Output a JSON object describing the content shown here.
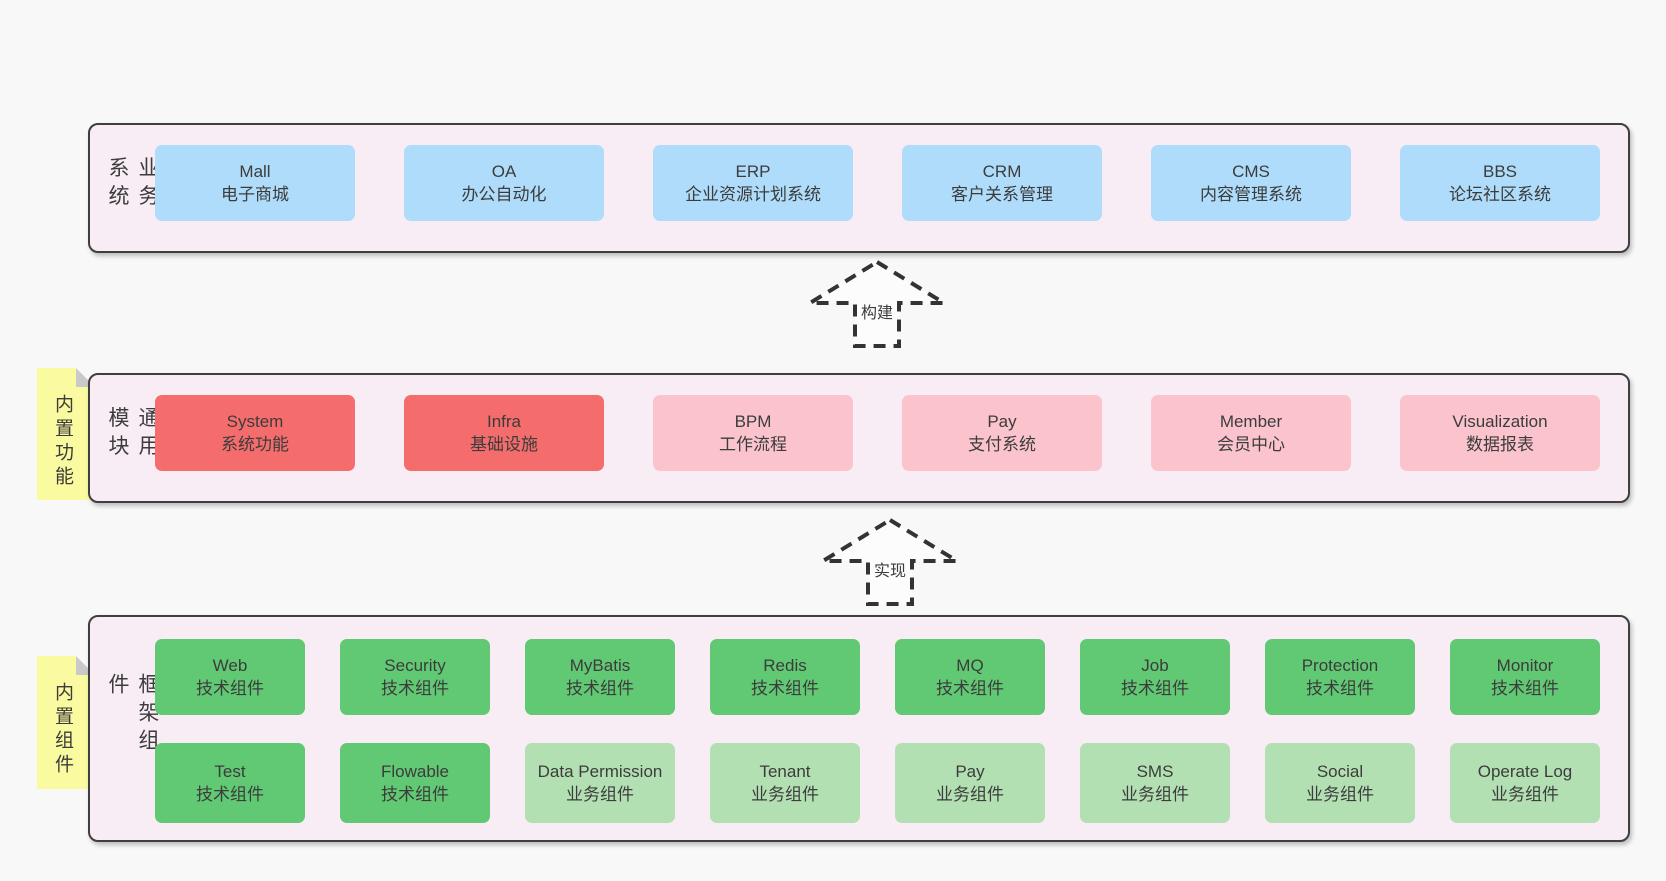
{
  "colors": {
    "page_bg": "#f8f8f8",
    "band_bg": "#f8edf5",
    "band_border": "#3f3f3f",
    "node_blue": "#aedcfa",
    "node_red": "#f56c6c",
    "node_pink": "#fbc4cd",
    "node_green": "#61c873",
    "node_light_green": "#b3e0b3",
    "sticky_yellow": "#fafaa0",
    "sticky_fold": "#c9c9c9",
    "text": "#3c3c3c",
    "arrow": "#333333"
  },
  "arrows": [
    {
      "label": "构建"
    },
    {
      "label": "实现"
    }
  ],
  "bands": [
    {
      "label": "业务系统",
      "sticky": null,
      "rows": [
        [
          {
            "en": "Mall",
            "zh": "电子商城",
            "color": "blue"
          },
          {
            "en": "OA",
            "zh": "办公自动化",
            "color": "blue"
          },
          {
            "en": "ERP",
            "zh": "企业资源计划系统",
            "color": "blue"
          },
          {
            "en": "CRM",
            "zh": "客户关系管理",
            "color": "blue"
          },
          {
            "en": "CMS",
            "zh": "内容管理系统",
            "color": "blue"
          },
          {
            "en": "BBS",
            "zh": "论坛社区系统",
            "color": "blue"
          }
        ]
      ]
    },
    {
      "label": "通用模块",
      "sticky": "内置功能",
      "rows": [
        [
          {
            "en": "System",
            "zh": "系统功能",
            "color": "red"
          },
          {
            "en": "Infra",
            "zh": "基础设施",
            "color": "red"
          },
          {
            "en": "BPM",
            "zh": "工作流程",
            "color": "pink"
          },
          {
            "en": "Pay",
            "zh": "支付系统",
            "color": "pink"
          },
          {
            "en": "Member",
            "zh": "会员中心",
            "color": "pink"
          },
          {
            "en": "Visualization",
            "zh": "数据报表",
            "color": "pink"
          }
        ]
      ]
    },
    {
      "label": "框架组件",
      "sticky": "内置组件",
      "rows": [
        [
          {
            "en": "Web",
            "zh": "技术组件",
            "color": "green"
          },
          {
            "en": "Security",
            "zh": "技术组件",
            "color": "green"
          },
          {
            "en": "MyBatis",
            "zh": "技术组件",
            "color": "green"
          },
          {
            "en": "Redis",
            "zh": "技术组件",
            "color": "green"
          },
          {
            "en": "MQ",
            "zh": "技术组件",
            "color": "green"
          },
          {
            "en": "Job",
            "zh": "技术组件",
            "color": "green"
          },
          {
            "en": "Protection",
            "zh": "技术组件",
            "color": "green"
          },
          {
            "en": "Monitor",
            "zh": "技术组件",
            "color": "green"
          }
        ],
        [
          {
            "en": "Test",
            "zh": "技术组件",
            "color": "green"
          },
          {
            "en": "Flowable",
            "zh": "技术组件",
            "color": "green"
          },
          {
            "en": "Data Permission",
            "zh": "业务组件",
            "color": "light-green"
          },
          {
            "en": "Tenant",
            "zh": "业务组件",
            "color": "light-green"
          },
          {
            "en": "Pay",
            "zh": "业务组件",
            "color": "light-green"
          },
          {
            "en": "SMS",
            "zh": "业务组件",
            "color": "light-green"
          },
          {
            "en": "Social",
            "zh": "业务组件",
            "color": "light-green"
          },
          {
            "en": "Operate Log",
            "zh": "业务组件",
            "color": "light-green"
          }
        ]
      ]
    }
  ]
}
